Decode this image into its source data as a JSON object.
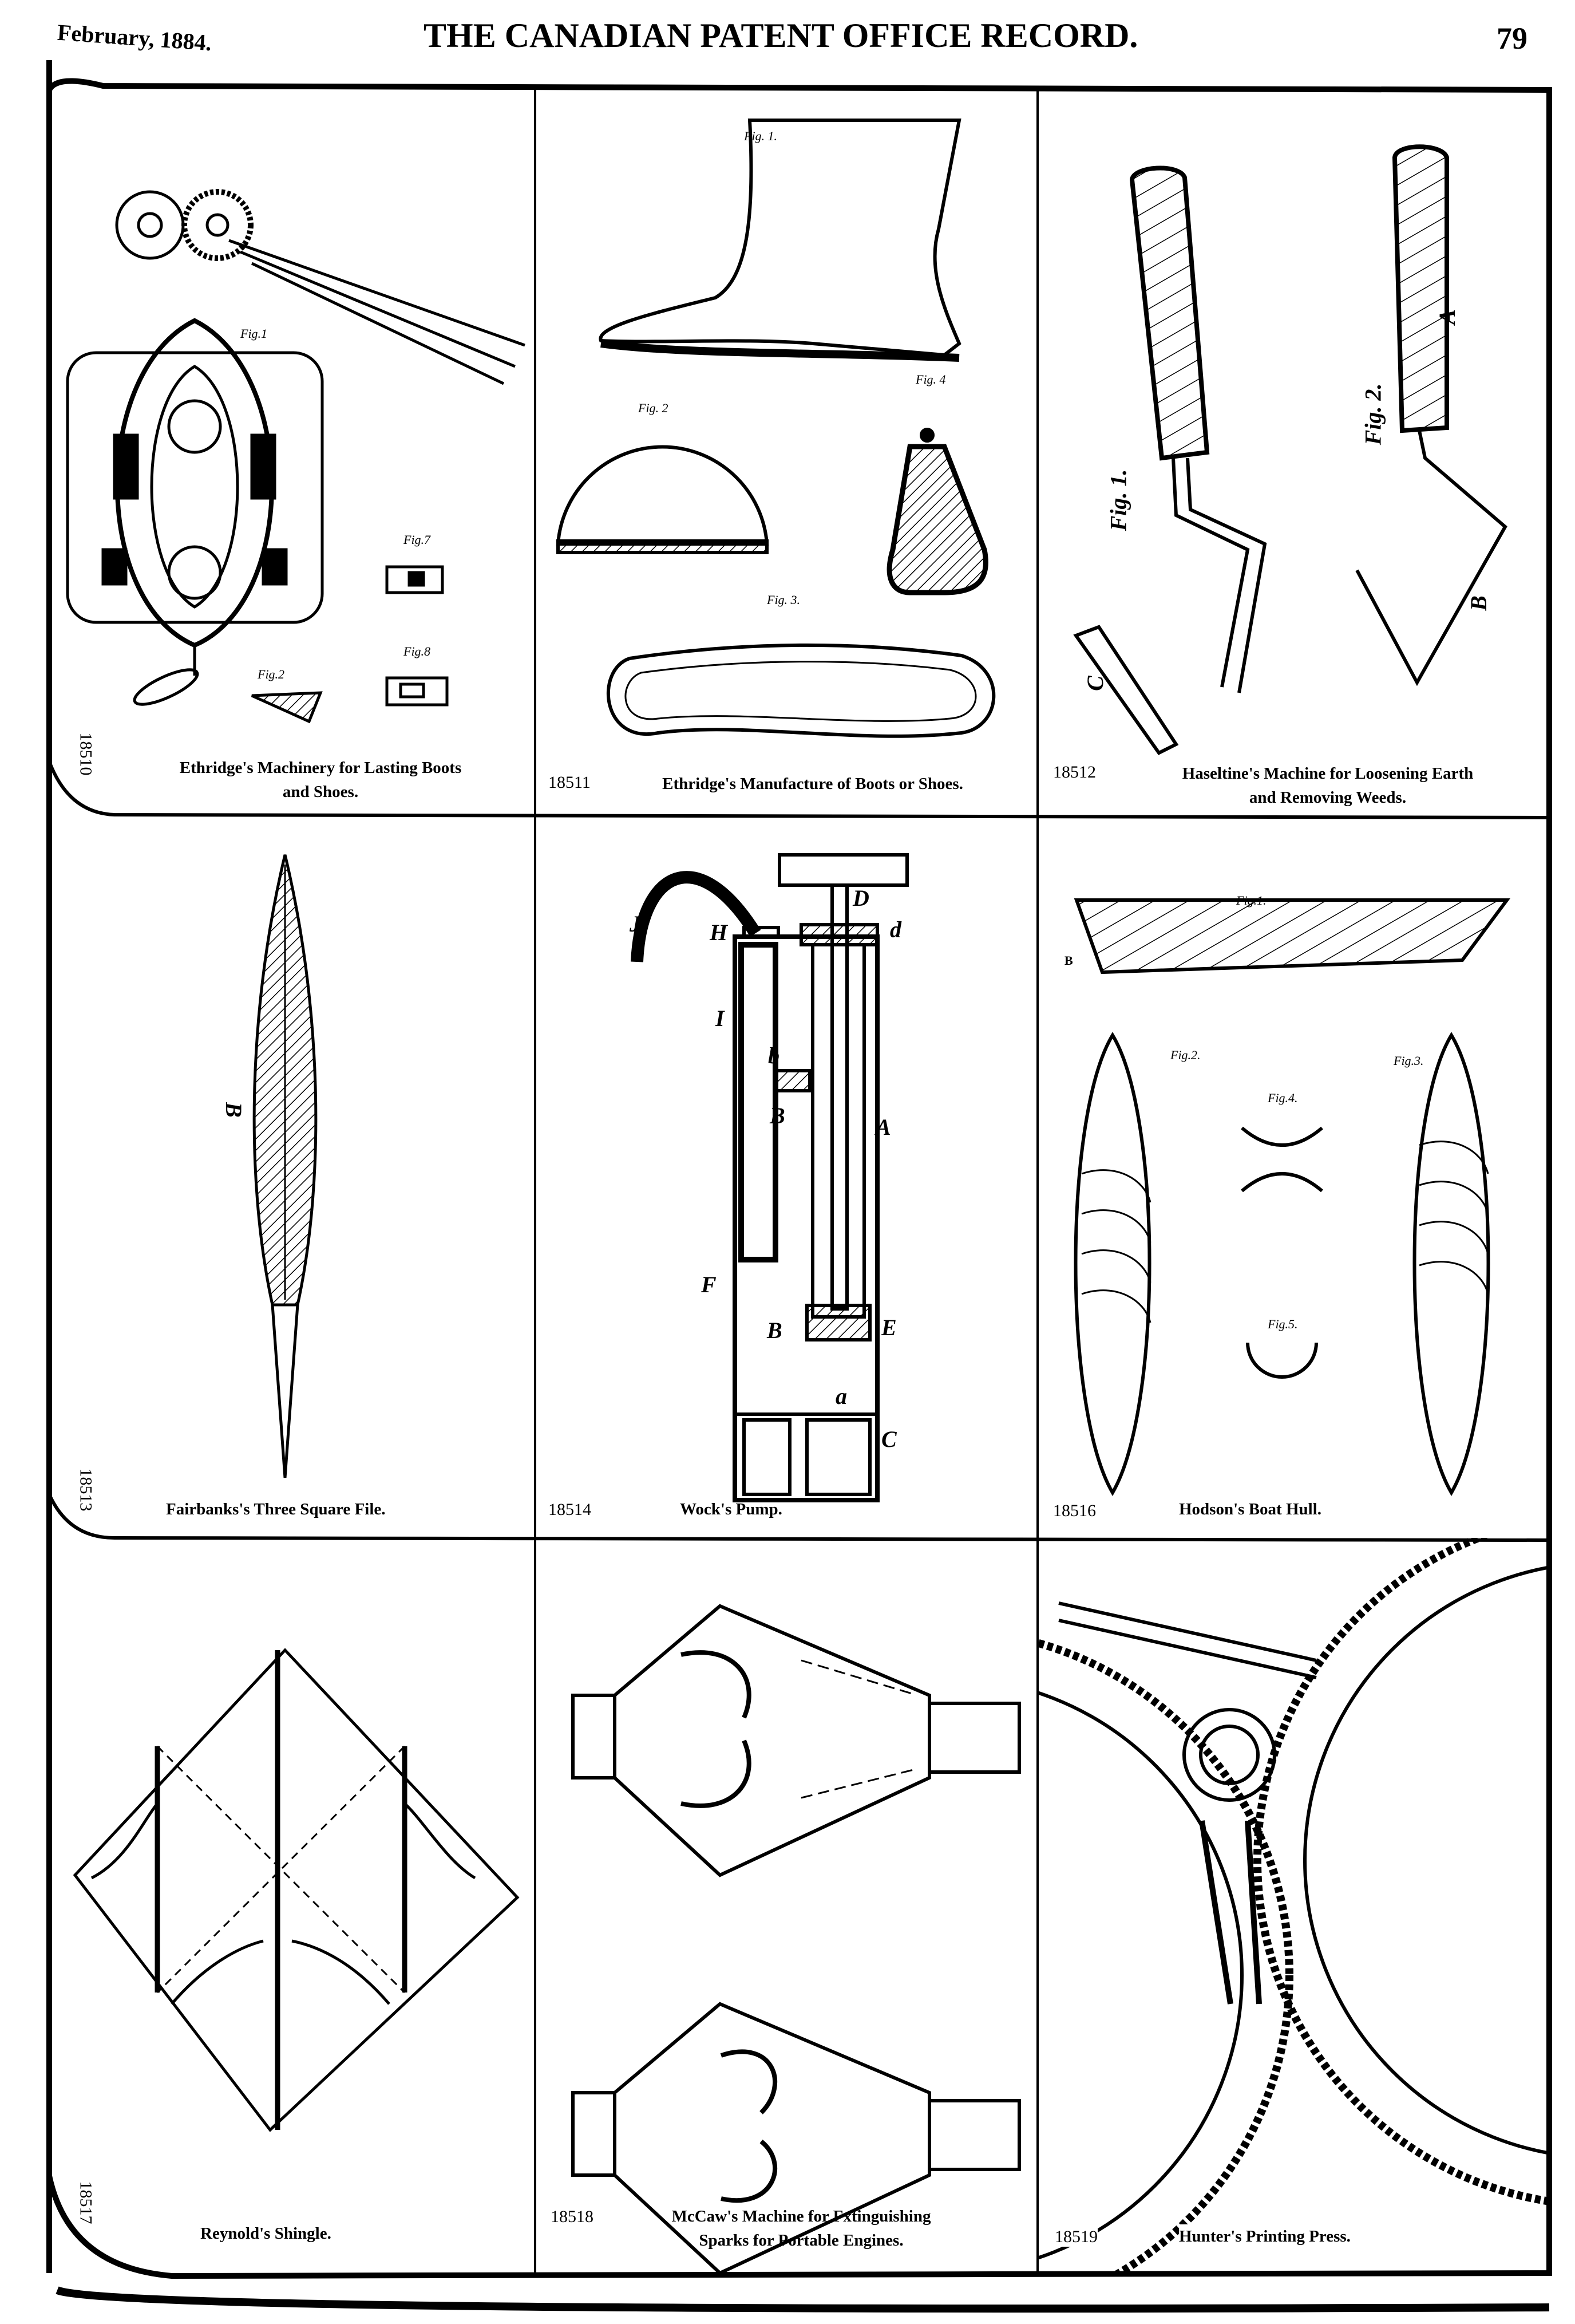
{
  "header": {
    "date": "February, 1884.",
    "title": "THE CANADIAN PATENT OFFICE RECORD.",
    "page_number": "79"
  },
  "patents": [
    {
      "number": "18510",
      "caption": [
        "Ethridge's Machinery for Lasting Boots",
        "and Shoes."
      ],
      "labels": [
        "Fig.1",
        "Fig.7",
        "Fig.8",
        "Fig.2"
      ]
    },
    {
      "number": "18511",
      "caption": [
        "Ethridge's Manufacture of Boots or Shoes."
      ],
      "labels": [
        "Fig. 1.",
        "Fig. 2",
        "Fig. 4",
        "Fig. 3."
      ]
    },
    {
      "number": "18512",
      "caption": [
        "Haseltine's Machine for Loosening Earth",
        "and Removing Weeds."
      ],
      "labels": [
        "Fig. 1.",
        "Fig. 2.",
        "A",
        "B",
        "C"
      ]
    },
    {
      "number": "18513",
      "caption": [
        "Fairbanks's Three Square File."
      ],
      "labels": [
        "B"
      ]
    },
    {
      "number": "18514",
      "caption": [
        "Wock's Pump."
      ],
      "labels": [
        "J",
        "H",
        "D",
        "d",
        "I",
        "b",
        "B",
        "A",
        "F",
        "B",
        "E",
        "a",
        "C"
      ]
    },
    {
      "number": "18516",
      "caption": [
        "Hodson's Boat Hull."
      ],
      "labels": [
        "Fig.1.",
        "Fig.2.",
        "Fig.4.",
        "Fig.3.",
        "Fig.5.",
        "B"
      ]
    },
    {
      "number": "18517",
      "caption": [
        "Reynold's Shingle."
      ],
      "labels": []
    },
    {
      "number": "18518",
      "caption": [
        "McCaw's Machine for Fxtinguishing",
        "Sparks for Portable Engines."
      ],
      "labels": []
    },
    {
      "number": "18519",
      "caption": [
        "Hunter's Printing Press."
      ],
      "labels": []
    }
  ]
}
